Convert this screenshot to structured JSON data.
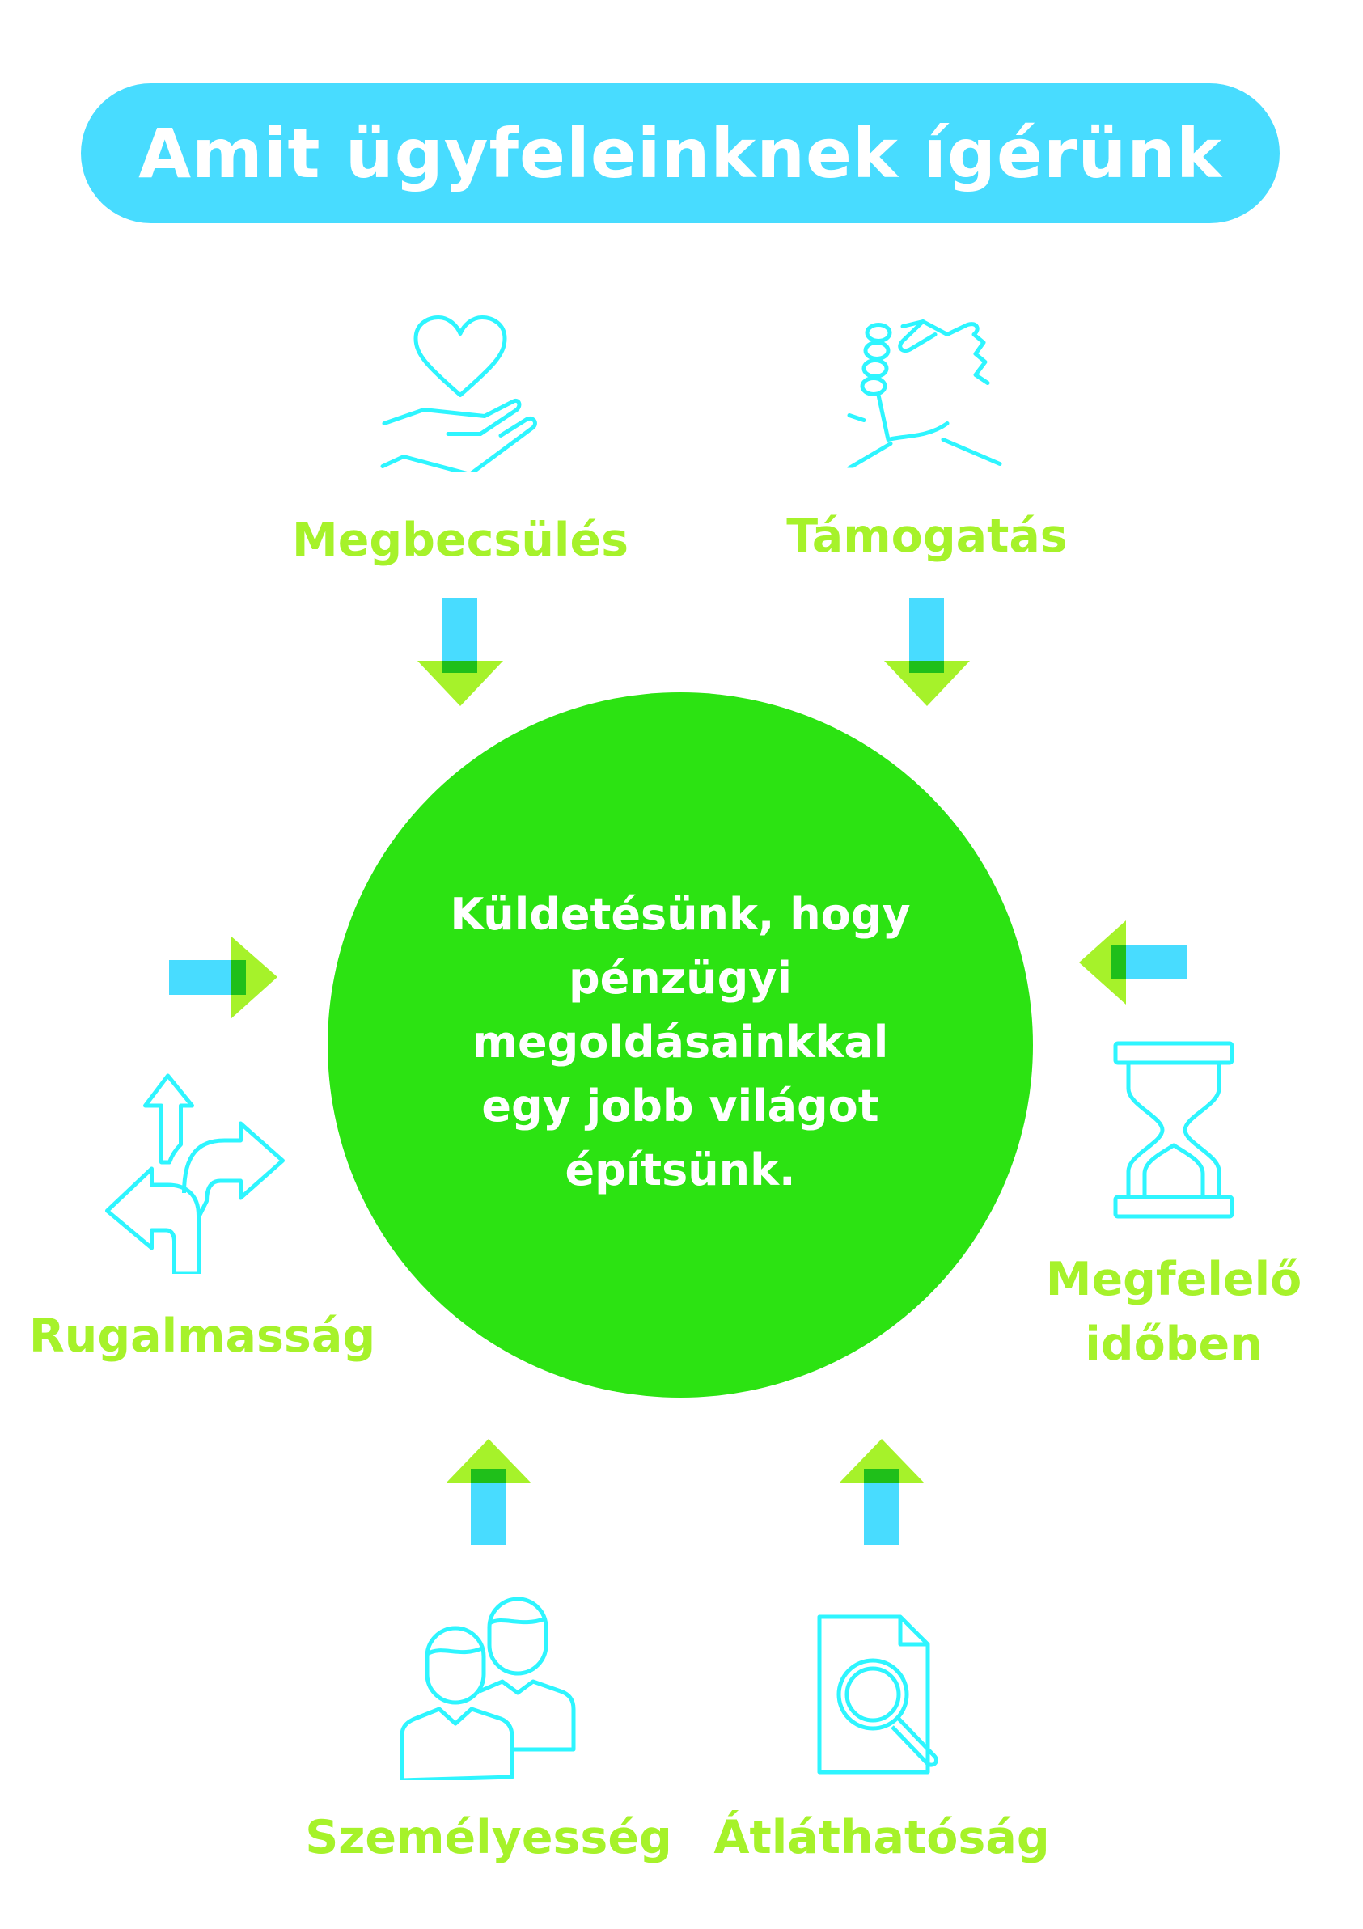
{
  "title": "Amit ügyfeleinknek ígérünk",
  "center": {
    "lines": [
      "Küldetésünk, hogy",
      "pénzügyi",
      "megoldásainkkal",
      "egy jobb világot",
      "építsünk."
    ]
  },
  "values": [
    {
      "label": "Megbecsülés",
      "icon": "heart-in-hand-icon"
    },
    {
      "label": "Támogatás",
      "icon": "handshake-icon"
    },
    {
      "label": "Rugalmasság",
      "icon": "split-arrows-icon"
    },
    {
      "label_line1": "Megfelelő",
      "label_line2": "időben",
      "icon": "hourglass-icon"
    },
    {
      "label": "Személyesség",
      "icon": "people-icon"
    },
    {
      "label": "Átláthatóság",
      "icon": "document-search-icon"
    }
  ],
  "colors": {
    "cyan": "#48DCFF",
    "icon": "#2EF5FF",
    "lime": "#A6F22A",
    "green": "#2CE312",
    "overlap": "#1FBF1A"
  }
}
